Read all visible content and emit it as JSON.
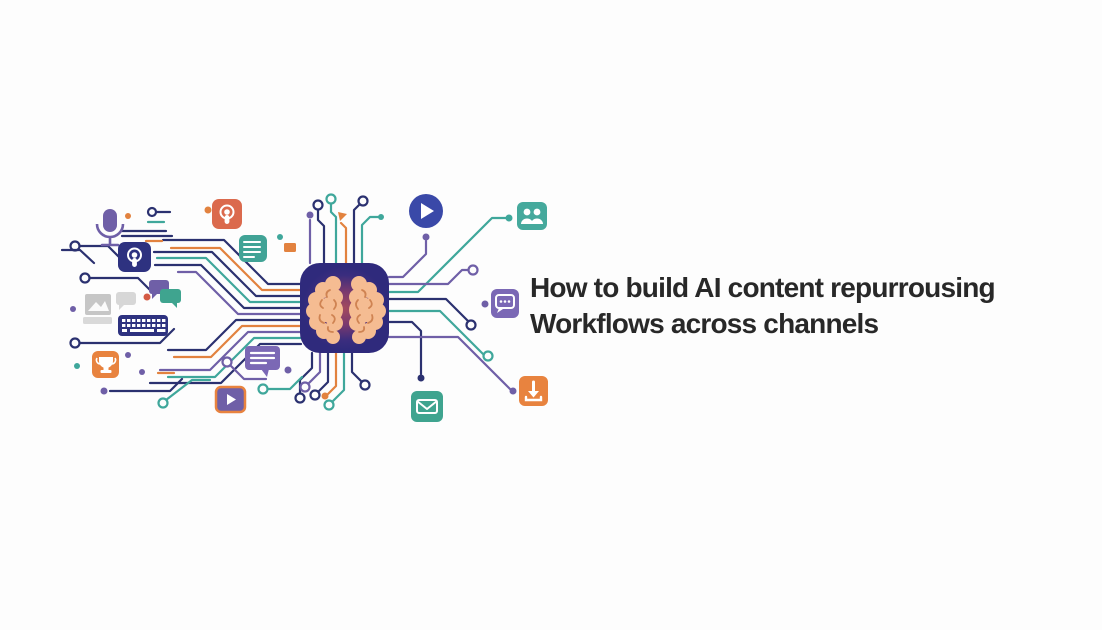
{
  "headline": {
    "line1": "How to build AI content repurrousing",
    "line2": "Workflows across channels",
    "color": "#282828"
  },
  "illustration": {
    "description": "AI brain chip hub connected by circuit-board lines to content channel icons",
    "center_icon": "brain-chip",
    "icons_left": [
      {
        "name": "microphone-icon",
        "color": "#6f5fa7"
      },
      {
        "name": "podcast-icon",
        "color": "#db6a4d"
      },
      {
        "name": "podcast-alt-icon",
        "color": "#2e3280"
      },
      {
        "name": "notes-icon",
        "color": "#41a396"
      },
      {
        "name": "chat-bubbles-icon",
        "color": "#6f5fa7"
      },
      {
        "name": "image-icon",
        "color": "#c6c6c6"
      },
      {
        "name": "chat-gray-icon",
        "color": "#d7d7d7"
      },
      {
        "name": "keyboard-icon",
        "color": "#2e3280"
      },
      {
        "name": "trophy-icon",
        "color": "#e8833f"
      },
      {
        "name": "message-icon",
        "color": "#7b68b5"
      },
      {
        "name": "video-player-icon",
        "color": "#6f5fa7"
      }
    ],
    "icons_right": [
      {
        "name": "play-button-icon",
        "color": "#3a49a8"
      },
      {
        "name": "people-icon",
        "color": "#45a99c"
      },
      {
        "name": "chat-dots-icon",
        "color": "#7b68b5"
      },
      {
        "name": "email-icon",
        "color": "#3fa48f"
      },
      {
        "name": "download-icon",
        "color": "#e8833f"
      }
    ]
  },
  "palette": {
    "background": "#fdfdfd",
    "line_navy": "#2b3170",
    "line_purple": "#6f5fa7",
    "line_teal": "#3fa79b",
    "line_orange": "#e2823f",
    "chip": "#2f2a7c",
    "brain": "#f5bc92",
    "brain_detail": "#cf8352",
    "glow_core": "#a34a5e",
    "glow_mid": "#7c3a6e"
  }
}
